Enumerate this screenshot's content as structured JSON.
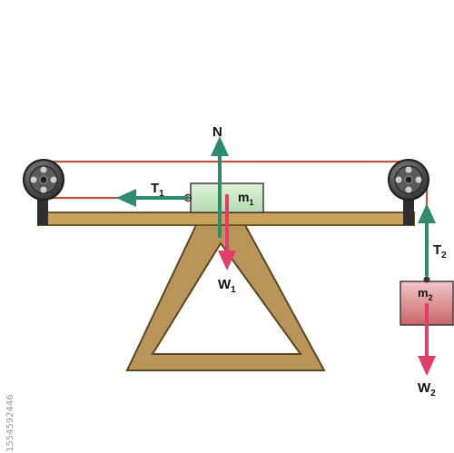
{
  "colors": {
    "wood": "#c8a25a",
    "wood_edge": "#6b5428",
    "stand": "#b9955a",
    "stand_edge": "#5a4622",
    "rope": "#b35a3c",
    "pulley_dark": "#3a3a3a",
    "pulley_mid": "#6e6e6e",
    "block_m1": "#c7e6c2",
    "block_m2_top": "#f2c7c9",
    "block_m2_bottom": "#c86466",
    "arrow_green": "#2e8b6d",
    "arrow_pink": "#e33d6c"
  },
  "labels": {
    "normal": "N",
    "t1": "T",
    "t1_sub": "1",
    "m1": "m",
    "m1_sub": "1",
    "w1": "W",
    "w1_sub": "1",
    "t2": "T",
    "t2_sub": "2",
    "m2": "m",
    "m2_sub": "2",
    "w2": "W",
    "w2_sub": "2"
  },
  "watermark": {
    "stock_id": "1554592446"
  }
}
